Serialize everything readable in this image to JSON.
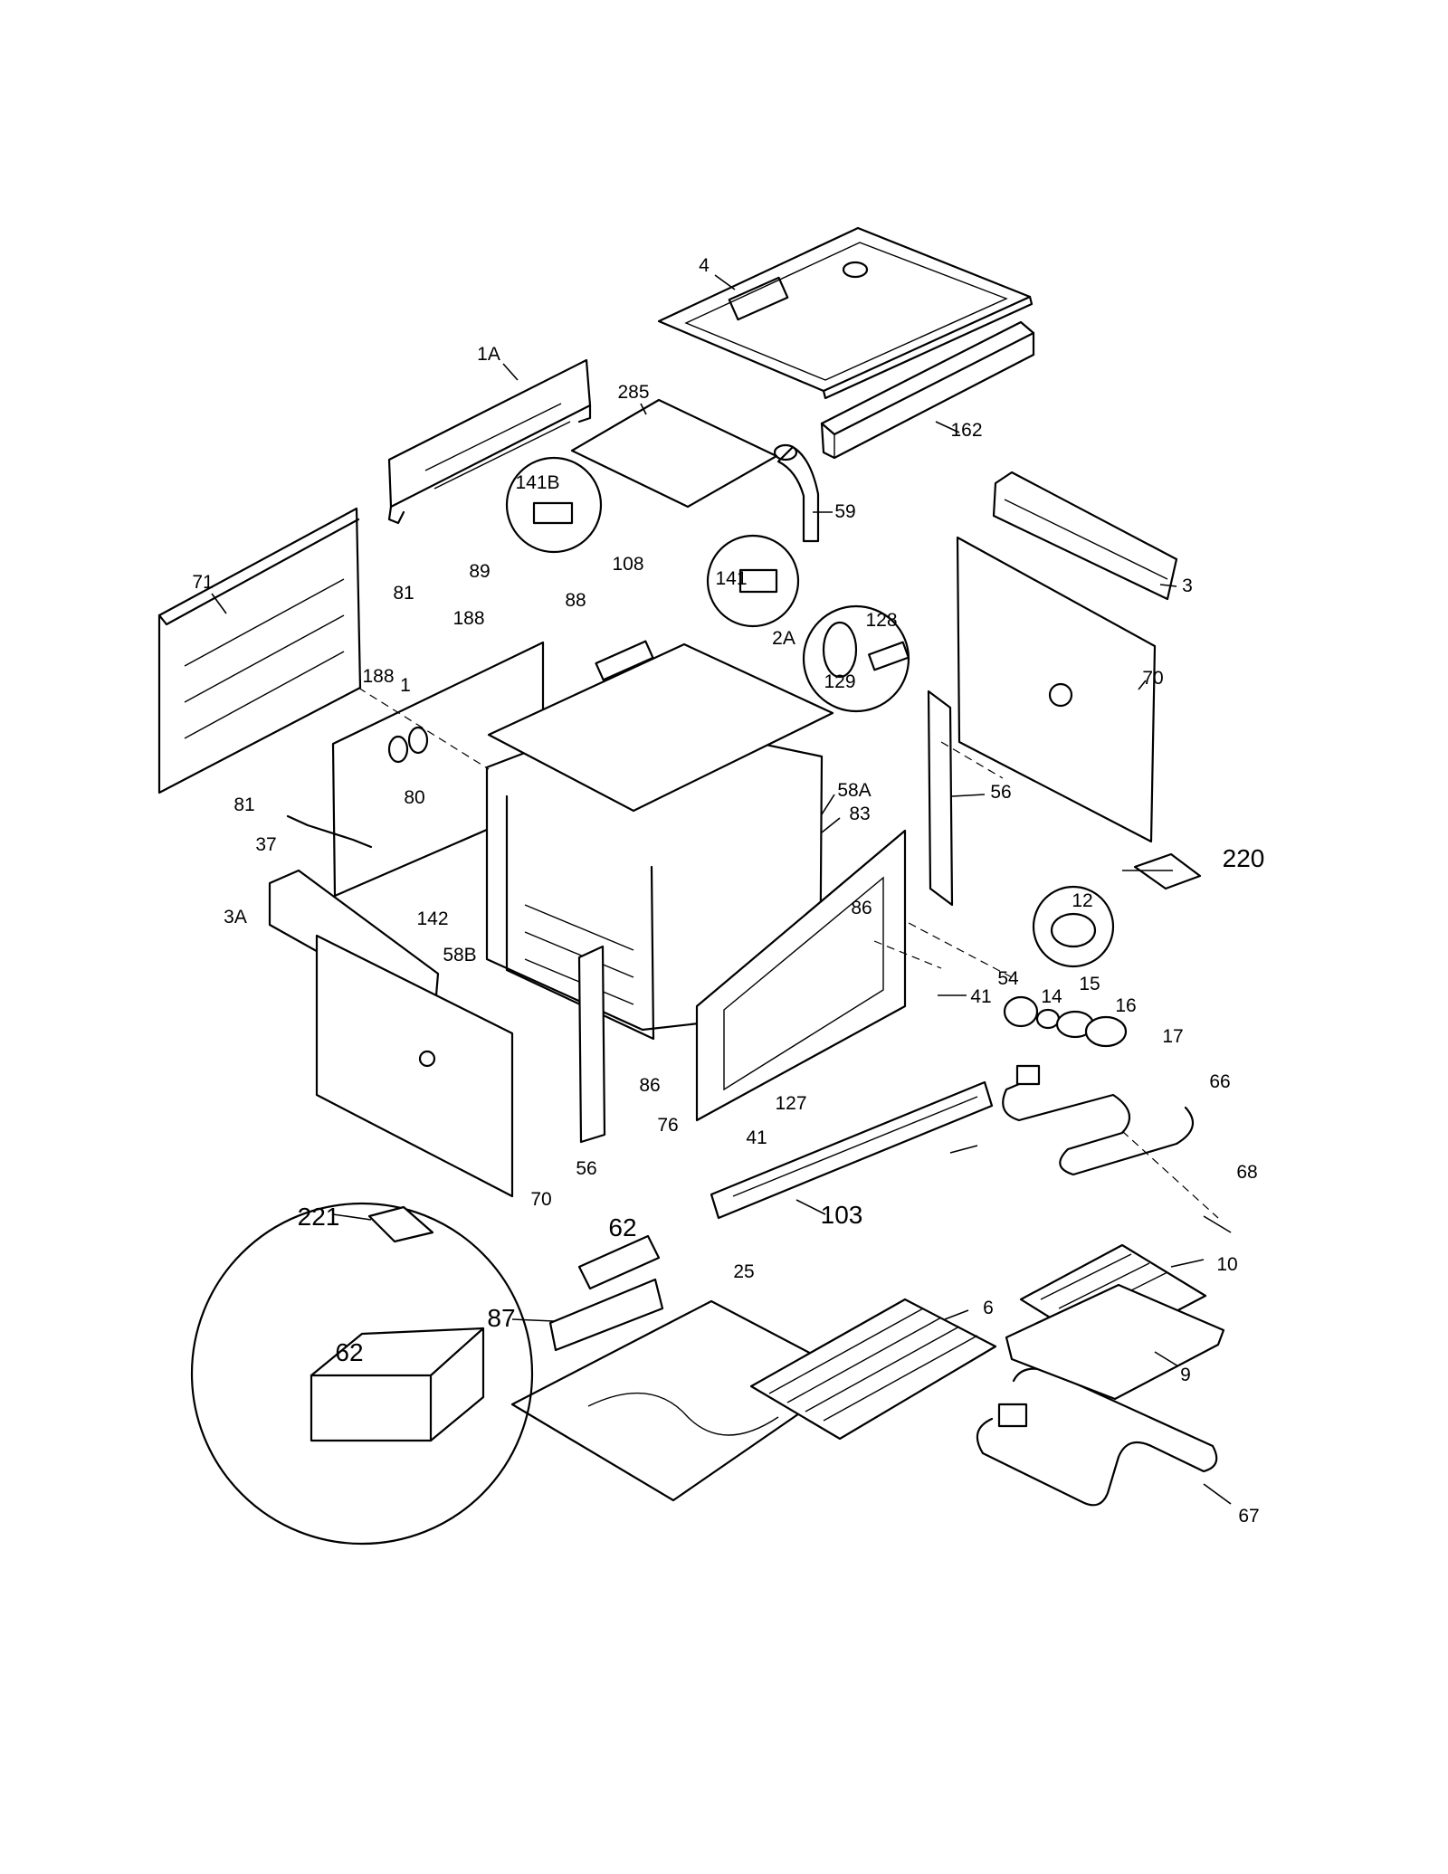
{
  "callouts": {
    "c1A": "1A",
    "c4": "4",
    "c285": "285",
    "c162": "162",
    "c59": "59",
    "c141B": "141B",
    "c3": "3",
    "c71": "71",
    "c89": "89",
    "c108": "108",
    "c141": "141",
    "c81a": "81",
    "c188a": "188",
    "c88": "88",
    "c2A": "2A",
    "c128": "128",
    "c129": "129",
    "c70a": "70",
    "c188b": "188",
    "c1": "1",
    "c56a": "56",
    "c81b": "81",
    "c80": "80",
    "c58A": "58A",
    "c83": "83",
    "c37": "37",
    "c220": "220",
    "c142": "142",
    "c3A": "3A",
    "c58B": "58B",
    "c86a": "86",
    "c12": "12",
    "c54": "54",
    "c14": "14",
    "c15": "15",
    "c41a": "41",
    "c16": "16",
    "c17": "17",
    "c66": "66",
    "c86b": "86",
    "c127": "127",
    "c76": "76",
    "c41b": "41",
    "c56b": "56",
    "c68": "68",
    "c70b": "70",
    "c103": "103",
    "c221": "221",
    "c62a": "62",
    "c25": "25",
    "c10": "10",
    "c87": "87",
    "c6": "6",
    "c62b": "62",
    "c9": "9",
    "c67": "67"
  }
}
